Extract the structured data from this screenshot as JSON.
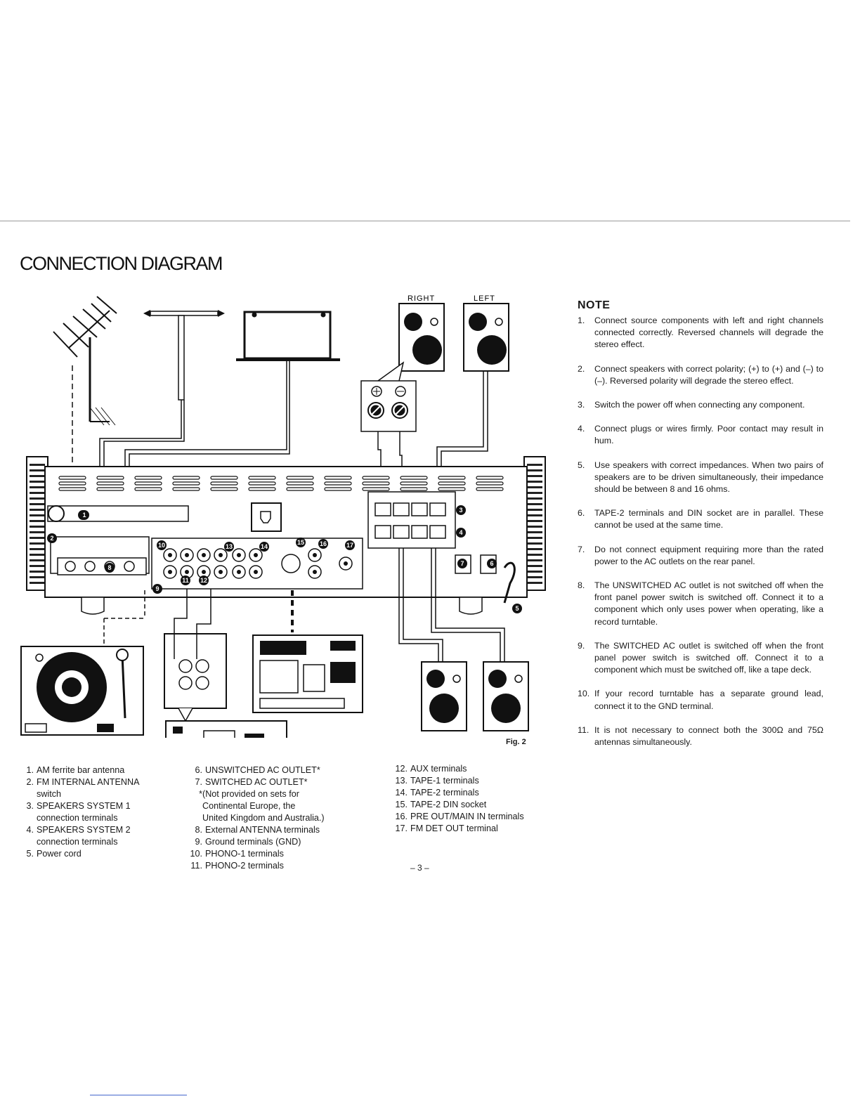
{
  "page": {
    "title": "CONNECTION DIAGRAM",
    "figure_label": "Fig. 2",
    "page_number": "– 3 –"
  },
  "diagram": {
    "speaker_right_label": "RIGHT",
    "speaker_left_label": "LEFT"
  },
  "note": {
    "heading": "NOTE",
    "items": [
      {
        "num": "1.",
        "text": "Connect source components with left and right channels connected correctly. Reversed channels will degrade the stereo effect."
      },
      {
        "num": "2.",
        "text": "Connect speakers with correct polarity; (+) to (+) and (–) to (–). Reversed polarity will degrade the stereo effect."
      },
      {
        "num": "3.",
        "text": "Switch the power off when connecting any component."
      },
      {
        "num": "4.",
        "text": "Connect plugs or wires firmly. Poor contact may result in hum."
      },
      {
        "num": "5.",
        "text": "Use speakers with correct impedances. When two pairs of speakers are to be driven simultaneously, their impedance should be between 8 and 16 ohms."
      },
      {
        "num": "6.",
        "text": "TAPE-2 terminals and DIN socket are in parallel. These cannot be used at the same time."
      },
      {
        "num": "7.",
        "text": "Do not connect equipment requiring more than the rated power to the AC outlets on the rear panel."
      },
      {
        "num": "8.",
        "text": "The UNSWITCHED AC outlet is not switched off when the front panel power switch is switched off. Connect it to a component which only uses power when operating, like a record turntable."
      },
      {
        "num": "9.",
        "text": "The SWITCHED AC outlet is switched off when the front panel power switch is switched off. Connect it to a component which must be switched off, like a tape deck."
      },
      {
        "num": "10.",
        "text": "If your record turntable has a separate ground lead, connect it to the GND terminal."
      },
      {
        "num": "11.",
        "text": "It is not necessary to connect both the 300Ω and 75Ω antennas simultaneously."
      }
    ]
  },
  "legend": {
    "col1": [
      {
        "num": "1.",
        "line1": "AM ferrite bar antenna",
        "line2": ""
      },
      {
        "num": "2.",
        "line1": "FM INTERNAL ANTENNA",
        "line2": "switch"
      },
      {
        "num": "3.",
        "line1": "SPEAKERS SYSTEM 1",
        "line2": "connection terminals"
      },
      {
        "num": "4.",
        "line1": "SPEAKERS SYSTEM 2",
        "line2": "connection terminals"
      },
      {
        "num": "5.",
        "line1": "Power cord",
        "line2": ""
      }
    ],
    "col2": [
      {
        "num": "6.",
        "line1": "UNSWITCHED AC OUTLET*"
      },
      {
        "num": "7.",
        "line1": "SWITCHED AC OUTLET*"
      },
      {
        "num": "*",
        "line1": "(Not provided on sets for"
      },
      {
        "num": "",
        "line1": "Continental Europe, the"
      },
      {
        "num": "",
        "line1": "United Kingdom and Australia.)"
      },
      {
        "num": "8.",
        "line1": "External ANTENNA terminals"
      },
      {
        "num": "9.",
        "line1": "Ground terminals (GND)"
      },
      {
        "num": "10.",
        "line1": "PHONO-1 terminals"
      },
      {
        "num": "11.",
        "line1": "PHONO-2 terminals"
      }
    ],
    "col3": [
      {
        "num": "12.",
        "line1": "AUX terminals"
      },
      {
        "num": "13.",
        "line1": "TAPE-1 terminals"
      },
      {
        "num": "14.",
        "line1": "TAPE-2 terminals"
      },
      {
        "num": "15.",
        "line1": "TAPE-2 DIN socket"
      },
      {
        "num": "16.",
        "line1": "PRE OUT/MAIN IN terminals"
      },
      {
        "num": "17.",
        "line1": "FM DET OUT terminal"
      }
    ]
  }
}
